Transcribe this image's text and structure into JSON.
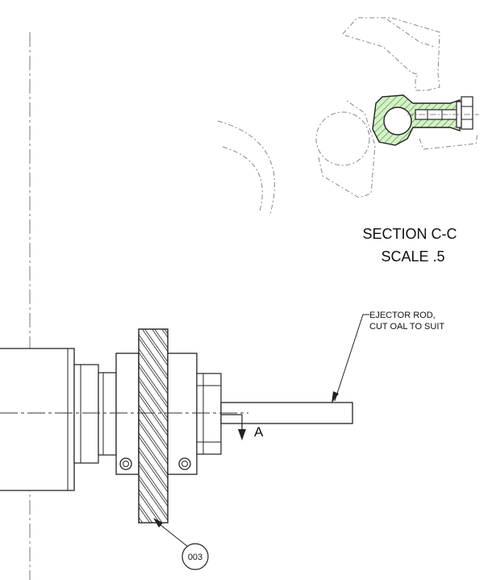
{
  "section": {
    "title": "SECTION C-C",
    "scale": "SCALE .5"
  },
  "leader_note": {
    "line1": "EJECTOR ROD,",
    "line2": "CUT OAL TO SUIT"
  },
  "section_arrow": {
    "label": "A"
  },
  "balloon": {
    "label": "003"
  },
  "colors": {
    "line": "#222222",
    "phantom": "#888888",
    "hatch": "#3a9a3a",
    "hatch_fill": "#d8f0c8"
  }
}
